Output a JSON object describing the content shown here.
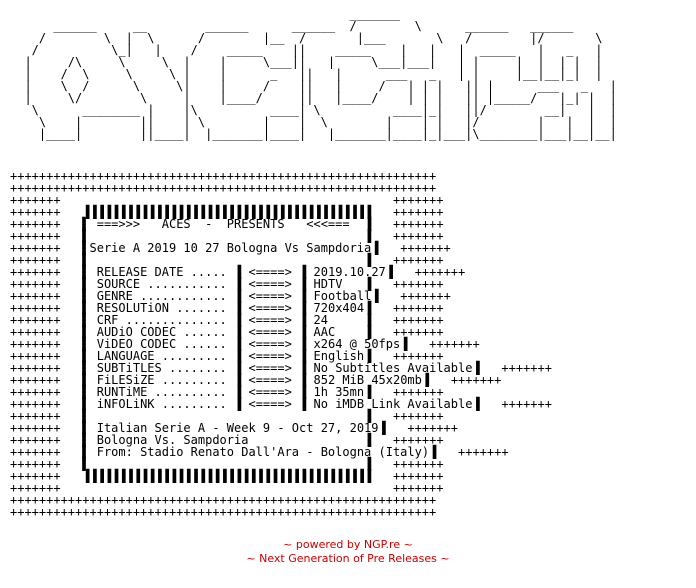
{
  "logo_art": "                                               _______\n      ______     __        ______      ______  /        \\      ______   ______\n    /        \\  |  \\      /        |__  /       |___       \\   /        |/       \\\n   /          \\_|   |    /    _____    ||    _____    |   |   |  _____   |   _   |\n  |     /\\     \\     \\  |    |     \\___||   |     \\___|___|   | |     |  |  | |  |\n  |    /  \\     \\     \\ |    |      _   ||   |      ___   _   | |     |__|__|_|  |\n  |    \\  /      \\     \\|    |     /    ||   |     /   | | |   || |      ___   _   |\n  |     \\/        \\     |    |____/     ||   |____/    | | |   || |_____/   |_| |  |\n   \\      ________ |    |\\          ____| \\          ____|_|   ||/        __|   |  |\n    \\    |        ||    | \\        |    |  \\        |    | |   |/        |   |  |  |\n    |____|        ||____|  |_______|____|   |_______|____|_|___|\\________|___|__|__|",
  "nfo_frame": {
    "border_line": "+++++++++++++++++++++++++++++++++++++++++++++++++++++++++++",
    "side_block": "+++++++",
    "box_bar": "▐▐▐▐▐▐▐▐▐▐▐▐▐▐▐▐▐▐▐▐▐▐▐▐▐▐▐▐▐▐▐▐▐▐▐▐▐▐▐▐▐▐▐▐▐▐"
  },
  "header": {
    "presents_line": "===>>>   ACES  -  PRESENTS   <<<===",
    "release_title": "Serie A 2019 10 27 Bologna Vs Sampdoria"
  },
  "separator": "<====>",
  "specs": [
    {
      "label": "RELEASE DATE .....",
      "value": "2019.10.27"
    },
    {
      "label": "SOURCE ...........",
      "value": "HDTV"
    },
    {
      "label": "GENRE ............",
      "value": "Football"
    },
    {
      "label": "RESOLUTiON .......",
      "value": "720x404"
    },
    {
      "label": "CRF ..............",
      "value": "24"
    },
    {
      "label": "AUDiO CODEC ......",
      "value": "AAC"
    },
    {
      "label": "ViDEO CODEC ......",
      "value": "x264 @ 50fps"
    },
    {
      "label": "LANGUAGE .........",
      "value": "English"
    },
    {
      "label": "SUBTiTLES ........",
      "value": "No Subtitles Available"
    },
    {
      "label": "FiLESiZE .........",
      "value": "852 MiB 45x20mb"
    },
    {
      "label": "RUNTiME ..........",
      "value": "1h 35mn"
    },
    {
      "label": "iNFOLiNK .........",
      "value": "No iMDB Link Available"
    }
  ],
  "notes": [
    "Italian Serie A - Week 9 - Oct 27, 2019",
    "Bologna Vs. Sampdoria",
    "From: Stadio Renato Dall'Ara - Bologna (Italy)"
  ],
  "footer": {
    "line1": "~ powered by NGP.re ~",
    "line2": "~ Next Generation of Pre Releases ~",
    "color": "#cc0000"
  }
}
